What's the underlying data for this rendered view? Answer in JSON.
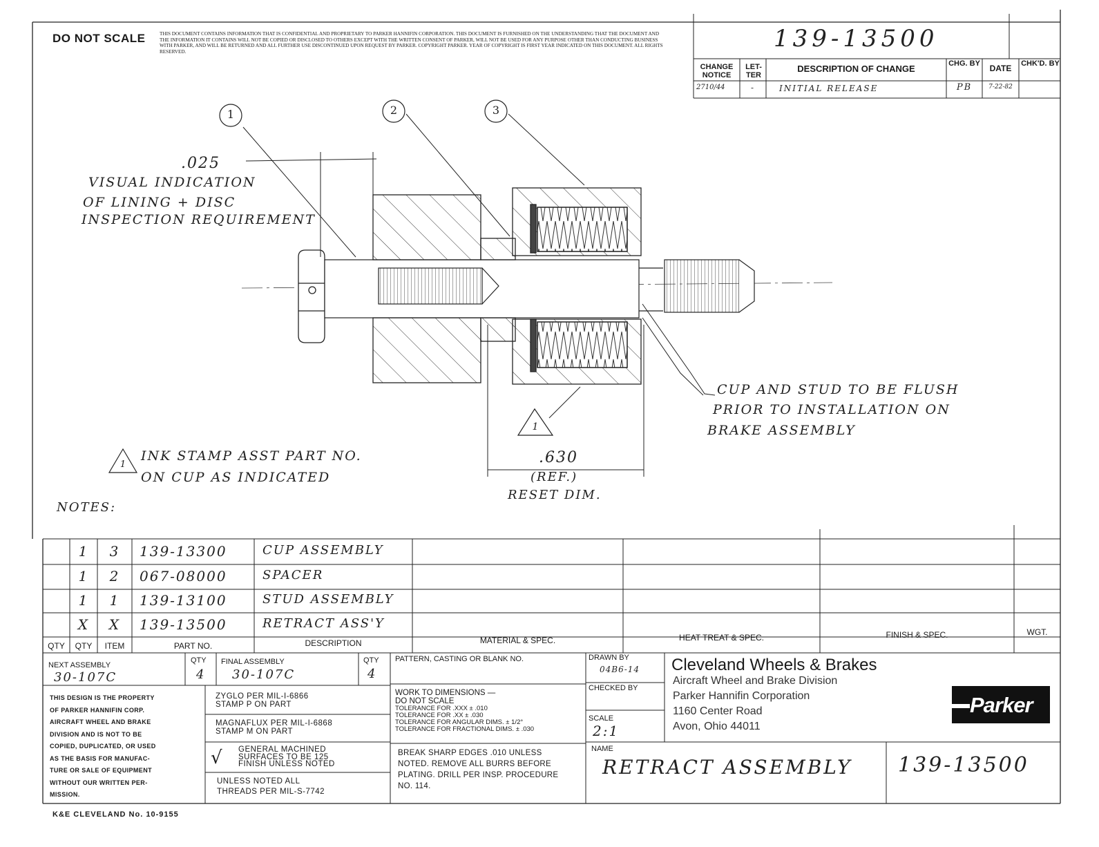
{
  "header": {
    "do_not_scale": "DO NOT SCALE",
    "confidentiality": "THIS DOCUMENT CONTAINS INFORMATION THAT IS CONFIDENTIAL AND PROPRIETARY TO PARKER HANNIFIN CORPORATION. THIS DOCUMENT IS FURNISHED ON THE UNDERSTANDING THAT THE DOCUMENT AND THE INFORMATION IT CONTAINS WILL NOT BE COPIED OR DISCLOSED TO OTHERS EXCEPT WITH THE WRITTEN CONSENT OF PARKER, WILL NOT BE USED FOR ANY PURPOSE OTHER THAN CONDUCTING BUSINESS WITH PARKER, AND WILL BE RETURNED AND ALL FURTHER USE DISCONTINUED UPON REQUEST BY PARKER. COPYRIGHT PARKER. YEAR OF COPYRIGHT IS FIRST YEAR INDICATED ON THIS DOCUMENT. ALL RIGHTS RESERVED.",
    "drawing_number_top": "139-13500"
  },
  "revision_block": {
    "headers": [
      "CHANGE NOTICE",
      "LET-TER",
      "DESCRIPTION OF CHANGE",
      "CHG. BY",
      "DATE",
      "CHK'D. BY"
    ],
    "row": {
      "notice": "2710/44",
      "letter": "-",
      "description": "INITIAL RELEASE",
      "chg_by": "PB",
      "date": "7-22-82",
      "chkd_by": ""
    }
  },
  "drawing": {
    "balloons": [
      "1",
      "2",
      "3"
    ],
    "dim_025": ".025",
    "visual_note": [
      "VISUAL INDICATION",
      "OF LINING + DISC",
      "INSPECTION REQUIREMENT"
    ],
    "flush_note": [
      "CUP AND STUD TO BE FLUSH",
      "PRIOR TO INSTALLATION ON",
      "BRAKE ASSEMBLY"
    ],
    "dim_630": ".630",
    "dim_ref": "(REF.)",
    "dim_reset": "RESET DIM.",
    "flag": "1",
    "ink_note": [
      "INK STAMP ASST PART NO.",
      "ON CUP AS INDICATED"
    ],
    "notes_label": "NOTES:"
  },
  "parts_list": {
    "rows": [
      {
        "qty1": "1",
        "qty2": "3",
        "part": "139-13300",
        "desc": "CUP ASSEMBLY"
      },
      {
        "qty1": "1",
        "qty2": "2",
        "part": "067-08000",
        "desc": "SPACER"
      },
      {
        "qty1": "1",
        "qty2": "1",
        "part": "139-13100",
        "desc": "STUD ASSEMBLY"
      },
      {
        "qty1": "X",
        "qty2": "X",
        "part": "139-13500",
        "desc": "RETRACT ASS'Y"
      }
    ],
    "headers": {
      "qty1": "QTY",
      "qty2": "QTY",
      "item": "ITEM",
      "part_no": "PART NO.",
      "description": "DESCRIPTION",
      "material": "MATERIAL & SPEC.",
      "heat_treat": "HEAT TREAT & SPEC.",
      "finish": "FINISH & SPEC.",
      "wgt": "WGT."
    }
  },
  "title_block": {
    "next_assembly_label": "NEXT ASSEMBLY",
    "next_assembly_value": "30-107C",
    "qty_label": "QTY",
    "qty_value": "4",
    "final_assembly_label": "FINAL ASSEMBLY",
    "final_assembly_value": "30-107C",
    "qty2_label": "QTY",
    "qty2_value": "4",
    "pattern_label": "PATTERN, CASTING OR BLANK NO.",
    "drawn_by_label": "DRAWN BY",
    "drawn_by_value": "04B6-14",
    "property_notice": [
      "THIS DESIGN IS THE PROPERTY",
      "OF PARKER HANNIFIN CORP.",
      "AIRCRAFT WHEEL AND BRAKE",
      "DIVISION AND IS NOT TO BE",
      "COPIED, DUPLICATED, OR USED",
      "AS THE BASIS FOR MANUFAC-",
      "TURE OR SALE OF EQUIPMENT",
      "WITHOUT OUR WRITTEN PER-",
      "MISSION."
    ],
    "zyglo": [
      "ZYGLO PER MIL-I-6866",
      "STAMP P ON PART"
    ],
    "magnaflux": [
      "MAGNAFLUX PER MIL-I-6868",
      "STAMP M ON PART"
    ],
    "finish_note": [
      "GENERAL MACHINED",
      "SURFACES TO BE 125",
      "FINISH UNLESS NOTED"
    ],
    "check_mark": "√",
    "threads": [
      "UNLESS NOTED ALL",
      "THREADS PER MIL-S-7742"
    ],
    "tolerances": [
      "WORK TO DIMENSIONS —",
      "DO NOT SCALE",
      "TOLERANCE FOR .XXX ± .010",
      "TOLERANCE FOR .XX ± .030",
      "TOLERANCE FOR ANGULAR DIMS. ± 1/2°",
      "TOLERANCE FOR FRACTIONAL DIMS. ± .030"
    ],
    "break_edges": [
      "BREAK SHARP EDGES .010 UNLESS",
      "NOTED. REMOVE ALL BURRS BEFORE",
      "PLATING. DRILL PER INSP. PROCEDURE",
      "NO. 114."
    ],
    "checked_by_label": "CHECKED BY",
    "scale_label": "SCALE",
    "scale_value": "2:1",
    "name_label": "NAME",
    "name_value": "RETRACT ASSEMBLY",
    "number_value": "139-13500",
    "company": "Cleveland Wheels & Brakes",
    "division": "Aircraft Wheel and Brake Division",
    "corp": "Parker Hannifin Corporation",
    "street": "1160 Center Road",
    "city": "Avon, Ohio 44011",
    "logo": "Parker"
  },
  "footer": {
    "ke": "K&E CLEVELAND No. 10-9155"
  }
}
